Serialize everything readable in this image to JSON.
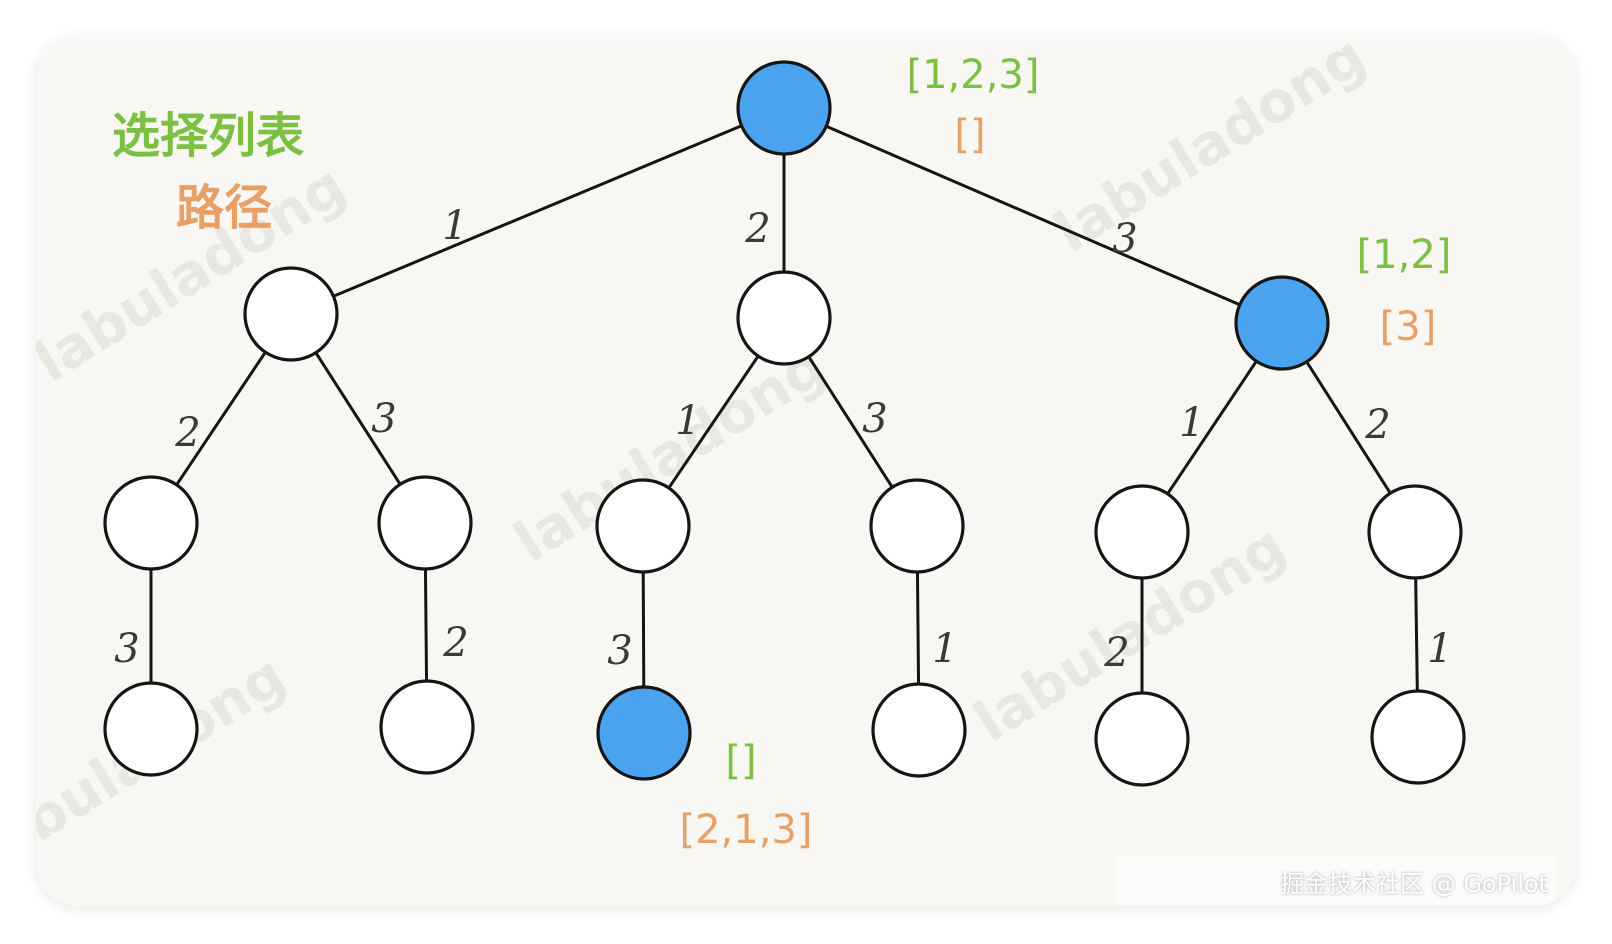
{
  "legend": {
    "choice_label": "选择列表",
    "path_label": "路径"
  },
  "watermark": "labuladong",
  "footer": "掘金技术社区 @ GoPilot",
  "colors": {
    "highlight": "#4aa3ee",
    "choice": "#7cc043",
    "path": "#e7a066",
    "stroke": "#151515"
  },
  "tree": {
    "nodes": [
      {
        "id": "root",
        "highlighted": true
      },
      {
        "id": "n1",
        "highlighted": false
      },
      {
        "id": "n2",
        "highlighted": false
      },
      {
        "id": "n3",
        "highlighted": true
      },
      {
        "id": "n12",
        "highlighted": false
      },
      {
        "id": "n13",
        "highlighted": false
      },
      {
        "id": "n21",
        "highlighted": false
      },
      {
        "id": "n23",
        "highlighted": false
      },
      {
        "id": "n31",
        "highlighted": false
      },
      {
        "id": "n32",
        "highlighted": false
      },
      {
        "id": "n123",
        "highlighted": false
      },
      {
        "id": "n132",
        "highlighted": false
      },
      {
        "id": "n213",
        "highlighted": true
      },
      {
        "id": "n231",
        "highlighted": false
      },
      {
        "id": "n312",
        "highlighted": false
      },
      {
        "id": "n321",
        "highlighted": false
      }
    ],
    "edges": [
      {
        "from": "root",
        "to": "n1",
        "label": "1"
      },
      {
        "from": "root",
        "to": "n2",
        "label": "2"
      },
      {
        "from": "root",
        "to": "n3",
        "label": "3"
      },
      {
        "from": "n1",
        "to": "n12",
        "label": "2"
      },
      {
        "from": "n1",
        "to": "n13",
        "label": "3"
      },
      {
        "from": "n2",
        "to": "n21",
        "label": "1"
      },
      {
        "from": "n2",
        "to": "n23",
        "label": "3"
      },
      {
        "from": "n3",
        "to": "n31",
        "label": "1"
      },
      {
        "from": "n3",
        "to": "n32",
        "label": "2"
      },
      {
        "from": "n12",
        "to": "n123",
        "label": "3"
      },
      {
        "from": "n13",
        "to": "n132",
        "label": "2"
      },
      {
        "from": "n21",
        "to": "n213",
        "label": "3"
      },
      {
        "from": "n23",
        "to": "n231",
        "label": "1"
      },
      {
        "from": "n31",
        "to": "n312",
        "label": "2"
      },
      {
        "from": "n32",
        "to": "n321",
        "label": "1"
      }
    ],
    "annotations": [
      {
        "node": "root",
        "choice": "[1,2,3]",
        "path": "[]"
      },
      {
        "node": "n3",
        "choice": "[1,2]",
        "path": "[3]"
      },
      {
        "node": "n213",
        "choice": "[]",
        "path": "[2,1,3]"
      }
    ]
  }
}
